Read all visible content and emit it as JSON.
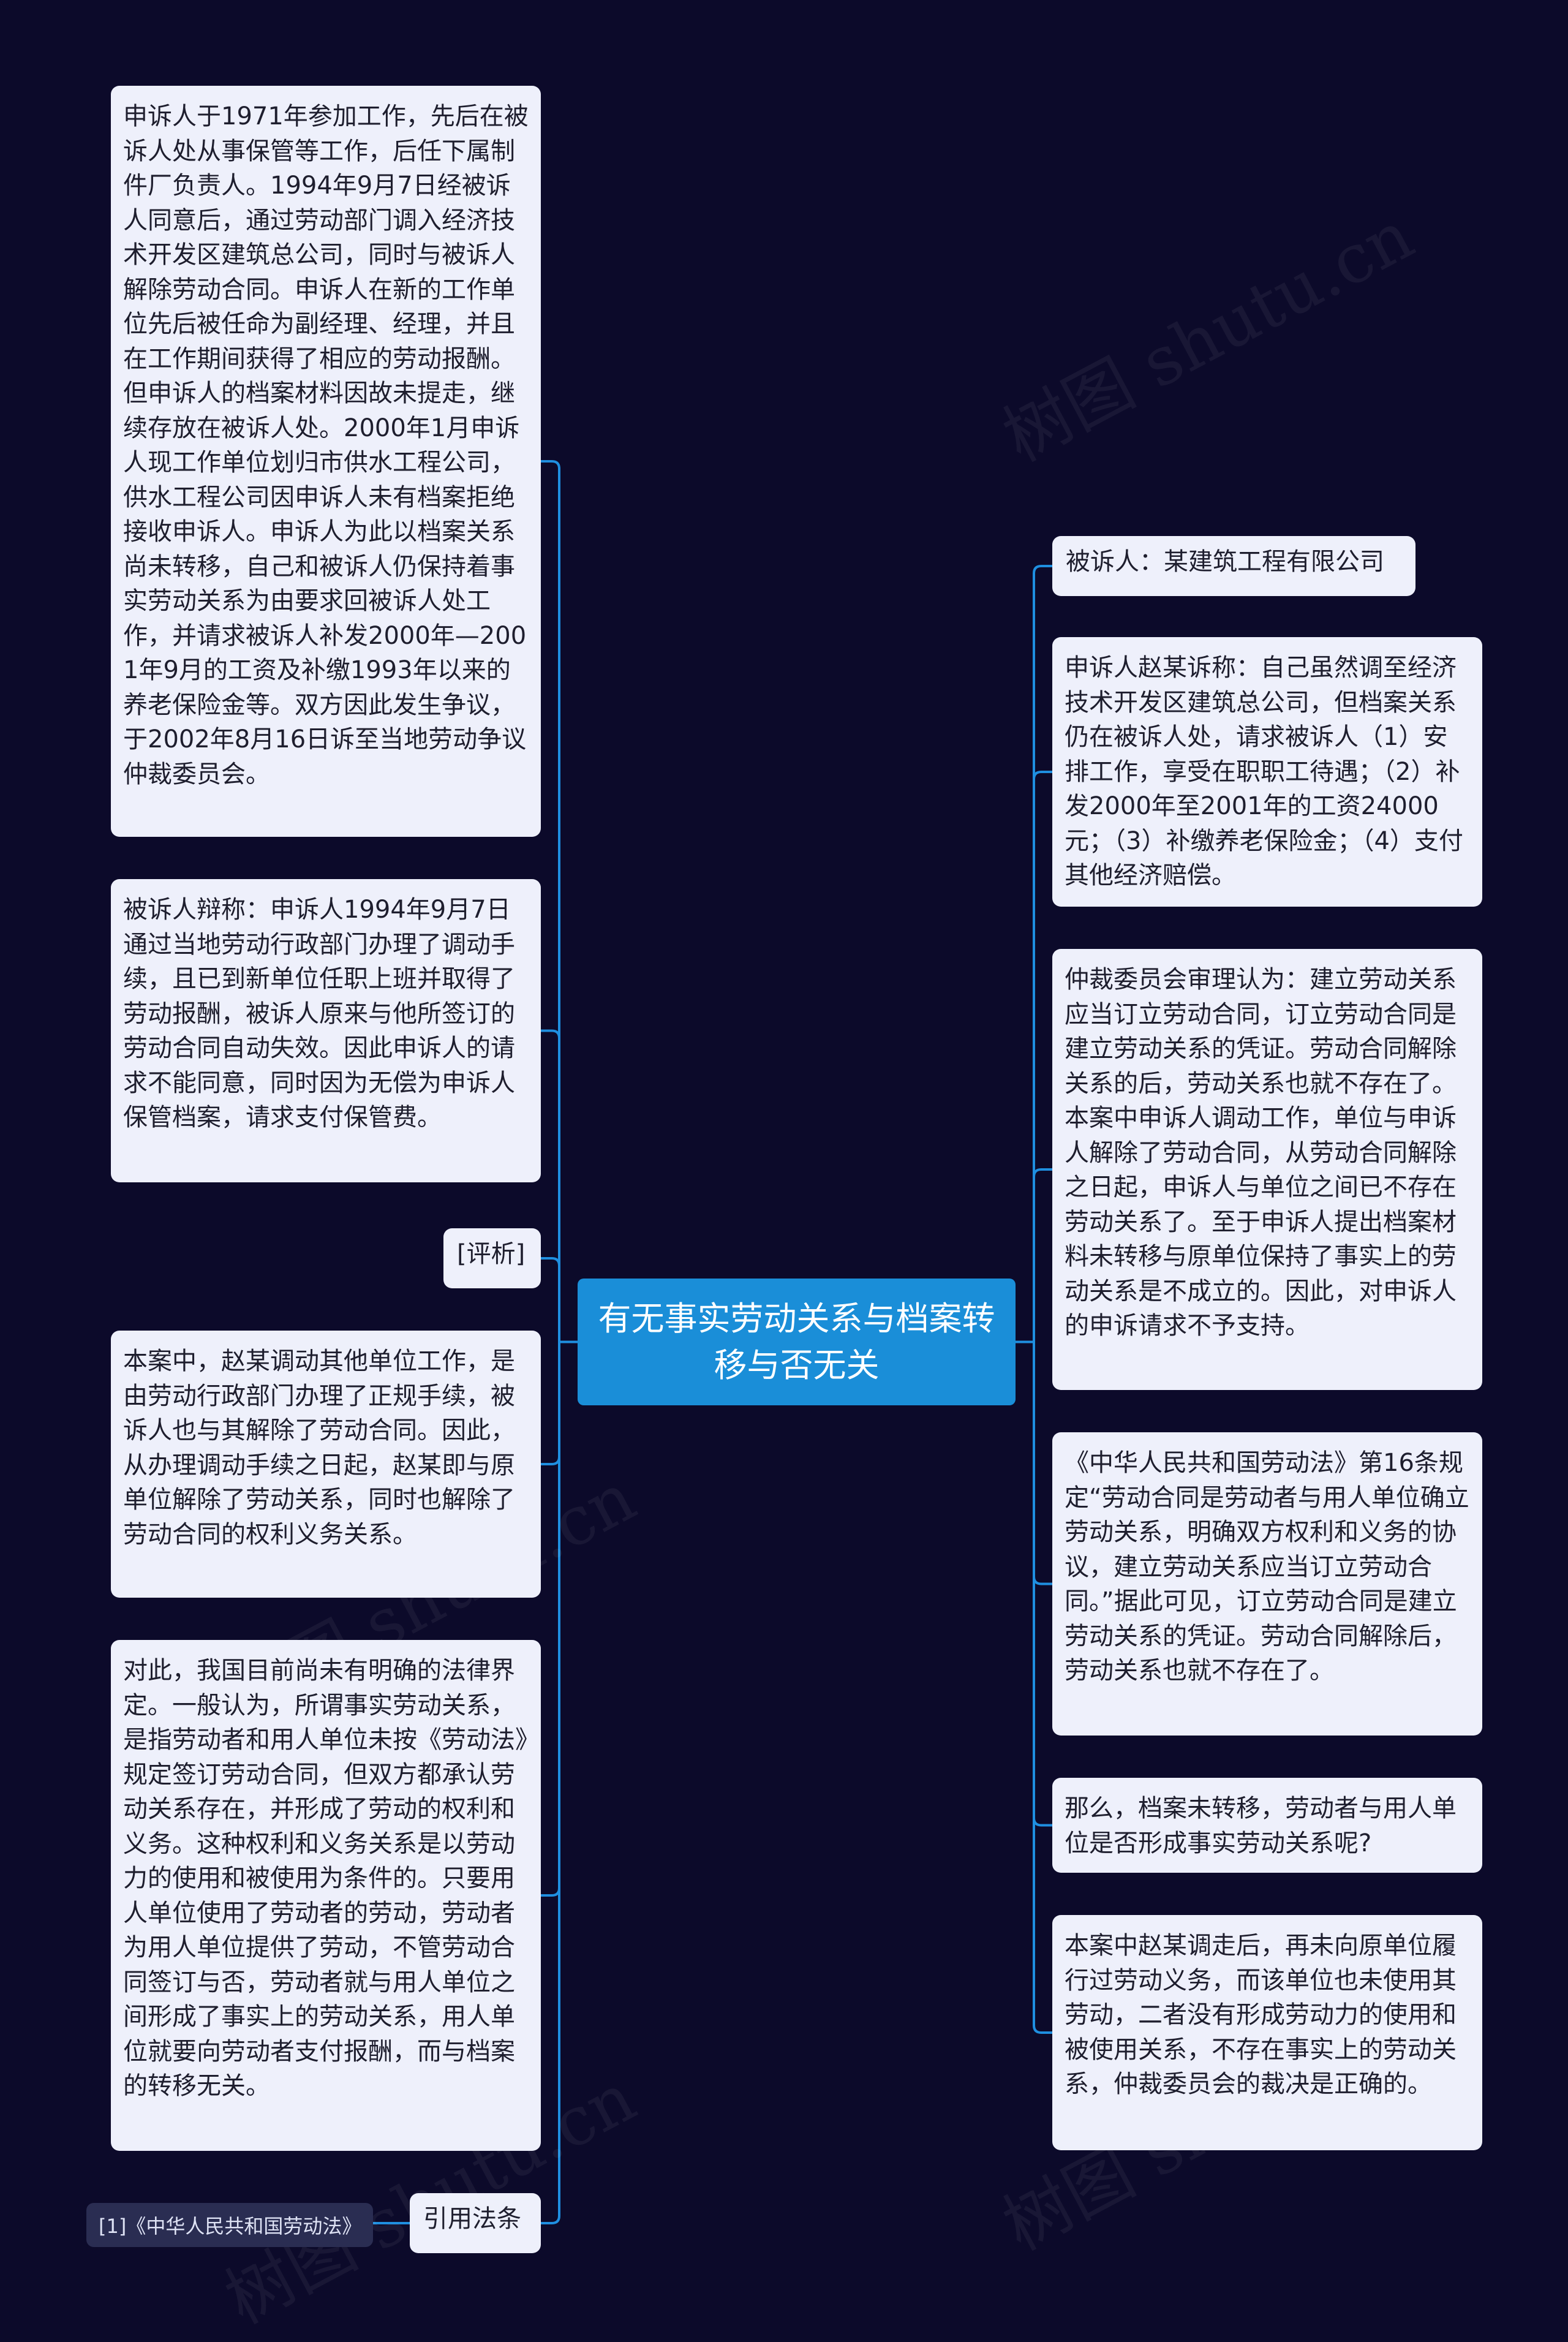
{
  "center": {
    "title": "有无事实劳动关系与档案转移与否无关"
  },
  "left_nodes": [
    "申诉人于1971年参加工作，先后在被诉人处从事保管等工作，后任下属制件厂负责人。1994年9月7日经被诉人同意后，通过劳动部门调入经济技术开发区建筑总公司，同时与被诉人解除劳动合同。申诉人在新的工作单位先后被任命为副经理、经理，并且在工作期间获得了相应的劳动报酬。但申诉人的档案材料因故未提走，继续存放在被诉人处。2000年1月申诉人现工作单位划归市供水工程公司，供水工程公司因申诉人未有档案拒绝接收申诉人。申诉人为此以档案关系尚未转移，自己和被诉人仍保持着事实劳动关系为由要求回被诉人处工作，并请求被诉人补发2000年—2001年9月的工资及补缴1993年以来的养老保险金等。双方因此发生争议，于2002年8月16日诉至当地劳动争议仲裁委员会。",
    "被诉人辩称：申诉人1994年9月7日通过当地劳动行政部门办理了调动手续，且已到新单位任职上班并取得了劳动报酬，被诉人原来与他所签订的劳动合同自动失效。因此申诉人的请求不能同意，同时因为无偿为申诉人保管档案，请求支付保管费。",
    "[评析]",
    "本案中，赵某调动其他单位工作，是由劳动行政部门办理了正规手续，被诉人也与其解除了劳动合同。因此，从办理调动手续之日起，赵某即与原单位解除了劳动关系，同时也解除了劳动合同的权利义务关系。",
    "对此，我国目前尚未有明确的法律界定。一般认为，所谓事实劳动关系，是指劳动者和用人单位未按《劳动法》规定签订劳动合同，但双方都承认劳动关系存在，并形成了劳动的权利和义务。这种权利和义务关系是以劳动力的使用和被使用为条件的。只要用人单位使用了劳动者的劳动，劳动者为用人单位提供了劳动，不管劳动合同签订与否，劳动者就与用人单位之间形成了事实上的劳动关系，用人单位就要向劳动者支付报酬，而与档案的转移无关。",
    "引用法条"
  ],
  "right_nodes": [
    "被诉人：某建筑工程有限公司",
    "申诉人赵某诉称：自己虽然调至经济技术开发区建筑总公司，但档案关系仍在被诉人处，请求被诉人（1）安排工作，享受在职职工待遇；（2）补发2000年至2001年的工资24000元；（3）补缴养老保险金；（4）支付其他经济赔偿。",
    "仲裁委员会审理认为：建立劳动关系应当订立劳动合同，订立劳动合同是建立劳动关系的凭证。劳动合同解除关系的后，劳动关系也就不存在了。本案中申诉人调动工作，单位与申诉人解除了劳动合同，从劳动合同解除之日起，申诉人与单位之间已不存在劳动关系了。至于申诉人提出档案材料未转移与原单位保持了事实上的劳动关系是不成立的。因此，对申诉人的申诉请求不予支持。",
    "《中华人民共和国劳动法》第16条规定“劳动合同是劳动者与用人单位确立劳动关系，明确双方权利和义务的协议，建立劳动关系应当订立劳动合同。”据此可见，订立劳动合同是建立劳动关系的凭证。劳动合同解除后，劳动关系也就不存在了。",
    "那么，档案未转移，劳动者与用人单位是否形成事实劳动关系呢?",
    "本案中赵某调走后，再未向原单位履行过劳动义务，而该单位也未使用其劳动，二者没有形成劳动力的使用和被使用关系，不存在事实上的劳动关系，仲裁委员会的裁决是正确的。"
  ],
  "reference": "[1]《中华人民共和国劳动法》",
  "watermark": "树图 shutu.cn",
  "colors": {
    "background": "#0c0a2a",
    "center": "#1a8ed8",
    "node": "#eef0fb",
    "line": "#1f8fe0",
    "reference": "#2a2d52"
  }
}
